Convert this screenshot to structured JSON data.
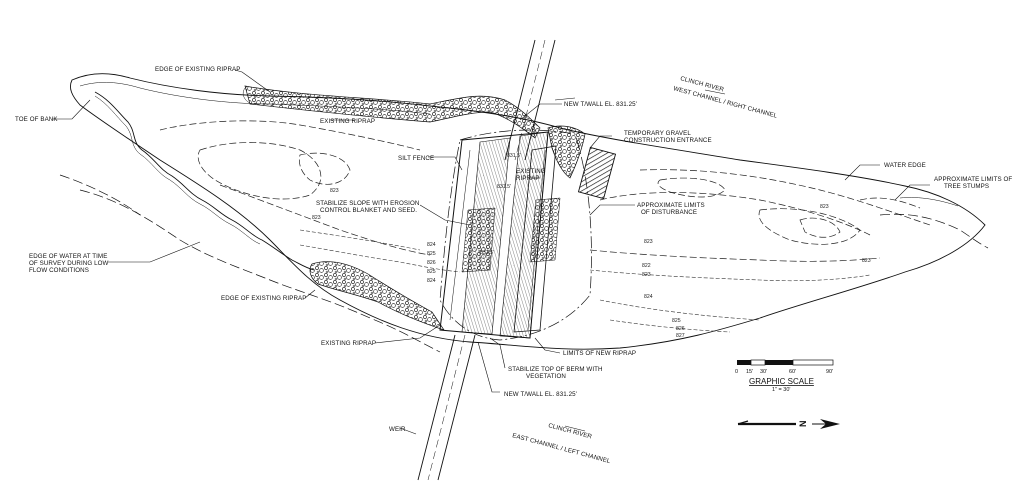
{
  "labels": {
    "edge_riprap_top": "EDGE OF EXISTING RIPRAP",
    "toe_of_bank": "TOE OF BANK",
    "existing_riprap_top": "EXISTING RIPRAP",
    "new_twall_top": "NEW T/WALL EL. 831.25'",
    "river_top_1": "CLINCH RIVER",
    "river_top_2": "WEST CHANNEL / RIGHT CHANNEL",
    "temp_gravel_1": "TEMPORARY GRAVEL",
    "temp_gravel_2": "CONSTRUCTION ENTRANCE",
    "silt_fence": "SILT FENCE",
    "existing_riprap_mid_1": "EXISTING",
    "existing_riprap_mid_2": "RIPRAP",
    "water_edge": "WATER EDGE",
    "tree_stumps_1": "APPROXIMATE LIMITS OF",
    "tree_stumps_2": "TREE STUMPS",
    "stabilize_slope_1": "STABILIZE SLOPE WITH EROSION",
    "stabilize_slope_2": "CONTROL BLANKET AND SEED.",
    "limits_disturbance_1": "APPROXIMATE LIMITS",
    "limits_disturbance_2": "OF DISTURBANCE",
    "edge_water_1": "EDGE OF WATER AT TIME",
    "edge_water_2": "OF SURVEY DURING LOW",
    "edge_water_3": "FLOW CONDITIONS",
    "edge_riprap_bottom": "EDGE OF EXISTING RIPRAP",
    "existing_riprap_bottom": "EXISTING RIPRAP",
    "limits_new_riprap": "LIMITS OF NEW RIPRAP",
    "stabilize_berm_1": "STABILIZE TOP OF BERM WITH",
    "stabilize_berm_2": "VEGETATION",
    "new_twall_bottom": "NEW T/WALL EL. 831.25'",
    "weir": "WEIR",
    "river_bottom_1": "CLINCH RIVER",
    "river_bottom_2": "EAST CHANNEL / LEFT CHANNEL"
  },
  "elevations": {
    "e8315_a": "831.5'",
    "e8315_b": "831.5'",
    "e8315_c": "831.5'",
    "c822": "822",
    "c823": "823",
    "c824": "824",
    "c825": "825",
    "c826": "826",
    "c827": "827"
  },
  "scale": {
    "ticks": [
      "0",
      "15'",
      "30'",
      "60'",
      "90'"
    ],
    "title": "GRAPHIC SCALE",
    "ratio": "1\" = 30'"
  },
  "north": {
    "letter": "N"
  }
}
